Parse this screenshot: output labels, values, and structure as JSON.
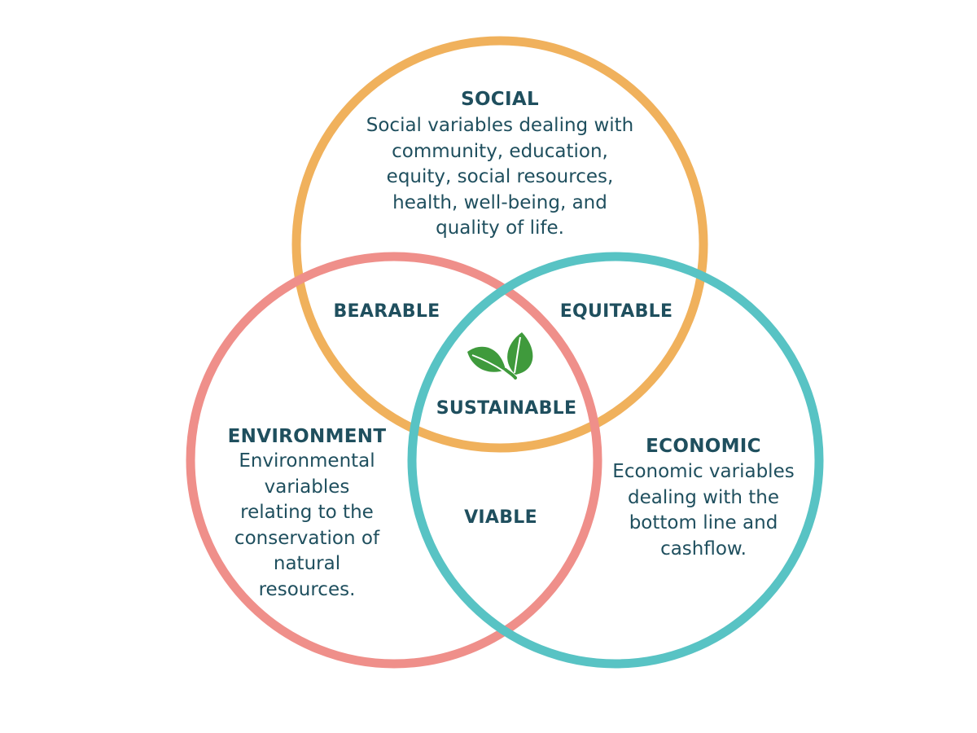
{
  "circles": {
    "social": {
      "title": "SOCIAL",
      "description": "Social variables dealing with\ncommunity, education,\nequity, social resources,\nhealth, well-being, and\nquality of life.",
      "color": "#f0b15c"
    },
    "environment": {
      "title": "ENVIRONMENT",
      "description": "Environmental\nvariables\nrelating to the\nconservation of\nnatural\nresources.",
      "color": "#ef8f8a"
    },
    "economic": {
      "title": "ECONOMIC",
      "description": "Economic variables\ndealing with the\nbottom line and\ncashflow.",
      "color": "#58c3c4"
    }
  },
  "overlaps": {
    "bearable": "BEARABLE",
    "equitable": "EQUITABLE",
    "viable": "VIABLE",
    "sustainable": "SUSTAINABLE"
  },
  "center_icon": "leaf-icon",
  "colors": {
    "text": "#1f4f5e",
    "leaf": "#3f9a3c"
  }
}
